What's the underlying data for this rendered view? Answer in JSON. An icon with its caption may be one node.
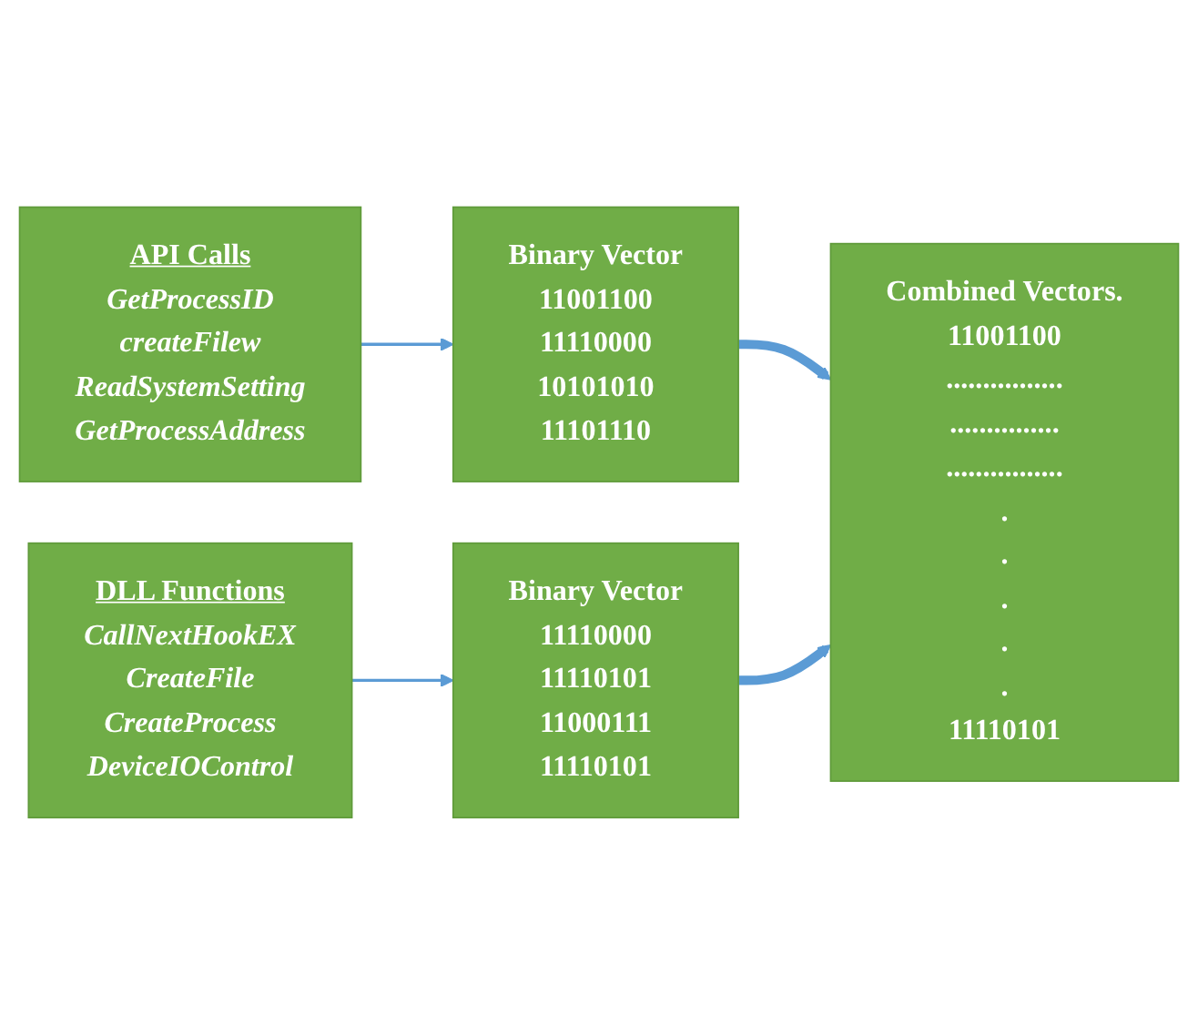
{
  "diagram": {
    "nodes": [
      {
        "text": [
          "API Calls",
          "GetProcessID createFilew ReadSystemSetting GetProcessAddress"
        ]
      },
      {
        "text": [
          "Binary Vector",
          "11001100 11110000 10101010 11101110"
        ]
      },
      {
        "text": [
          "DLL Functions",
          "CallNextHookEX CreateFile CreateProcess DeviceIOControl"
        ]
      },
      {
        "text": [
          "Binary Vector",
          "11110000 11110101 11000111 11110101"
        ]
      },
      {
        "text": [
          "Combined Vectors.",
          "11001100 ................ ............... ................ . . . . . 11110101"
        ]
      }
    ],
    "edges": [
      {
        "from": 0,
        "to": 1,
        "arrow": "to",
        "color": "#5b9bd5"
      },
      {
        "from": 2,
        "to": 3,
        "arrow": "to",
        "color": "#5b9bd5"
      },
      {
        "from": 1,
        "to": 4,
        "arrow": "to",
        "style": "thick",
        "color": "#5b9bd5"
      },
      {
        "from": 3,
        "to": 4,
        "arrow": "to",
        "style": "thick",
        "color": "#5b9bd5"
      }
    ]
  }
}
